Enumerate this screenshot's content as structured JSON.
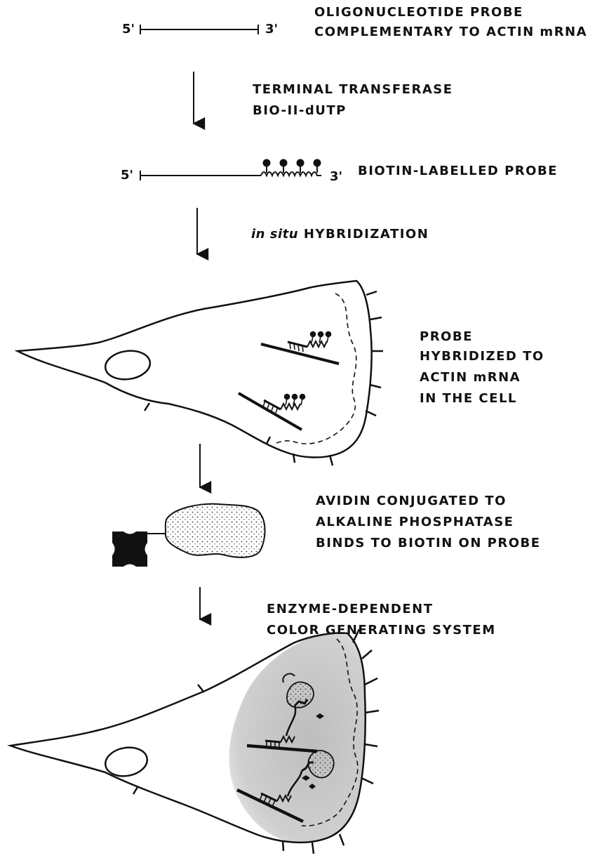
{
  "steps": {
    "probe": {
      "line1": "OLIGONUCLEOTIDE PROBE",
      "line2": "COMPLEMENTARY TO ACTIN mRNA",
      "end5": "5'",
      "end3": "3'"
    },
    "labelling": {
      "line1": "TERMINAL TRANSFERASE",
      "line2": "BIO-II-dUTP"
    },
    "labelled_probe": {
      "label": "BIOTIN-LABELLED PROBE",
      "end5": "5'",
      "end3": "3'"
    },
    "hybridization": {
      "italic": "in situ",
      "rest": "HYBRIDIZATION"
    },
    "hybridized": {
      "line1": "PROBE",
      "line2": "HYBRIDIZED TO",
      "line3": "ACTIN mRNA",
      "line4": "IN THE CELL"
    },
    "avidin": {
      "line1": "AVIDIN CONJUGATED TO",
      "line2": "ALKALINE PHOSPHATASE",
      "line3": "BINDS TO BIOTIN ON PROBE"
    },
    "color": {
      "line1": "ENZYME-DEPENDENT",
      "line2": "COLOR GENERATING SYSTEM"
    }
  },
  "colors": {
    "ink": "#111111",
    "stain": "#c8c8c8",
    "paper": "#ffffff"
  }
}
